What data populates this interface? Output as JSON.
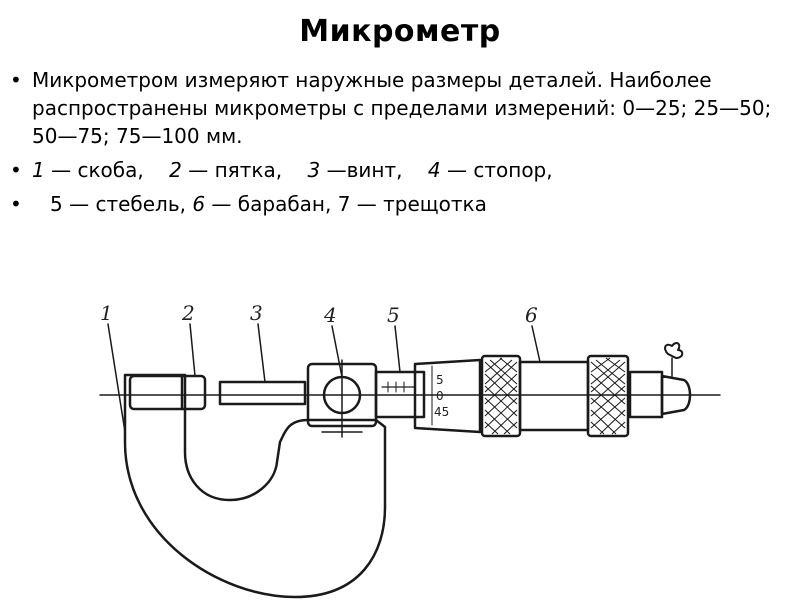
{
  "title": "Микрометр",
  "bullets": {
    "intro": "Микрометром измеряют наружные размеры деталей. Наиболее распространены микрометры с пределами измерений: 0—25; 25—50; 50—75; 75—100 мм.",
    "parts_line1": {
      "n1": "1",
      "t1": " — скоба,",
      "n2": "2",
      "t2": " — пятка,",
      "n3": "3",
      "t3": " —винт,",
      "n4": "4",
      "t4": " — стопор,"
    },
    "parts_line2": {
      "n5": "5",
      "t5": " — стебель, ",
      "n6": "6",
      "t6": " — барабан, 7 — трещотка"
    }
  },
  "figure": {
    "callouts": [
      "1",
      "2",
      "3",
      "4",
      "5",
      "6"
    ],
    "scale_labels": [
      "5",
      "0",
      "45"
    ]
  }
}
